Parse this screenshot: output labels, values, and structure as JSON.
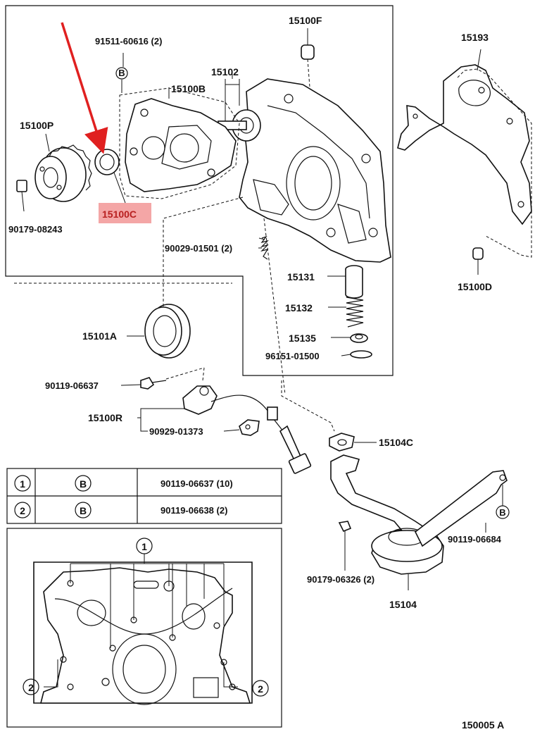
{
  "parts": {
    "p91511": "91511-60616 (2)",
    "p15100F": "15100F",
    "p15193": "15193",
    "p15100P": "15100P",
    "p15100B": "15100B",
    "p15102": "15102",
    "p15100C": "15100C",
    "p90179a": "90179-08243",
    "p90029": "90029-01501 (2)",
    "p15131": "15131",
    "p15132": "15132",
    "p15135": "15135",
    "p96151": "96151-01500",
    "p15101A": "15101A",
    "p15100D": "15100D",
    "p90119a": "90119-06637",
    "p15100R": "15100R",
    "p90929": "90929-01373",
    "p15104C": "15104C",
    "p90119b": "90119-06684",
    "p90179b": "90179-06326 (2)",
    "p15104": "15104"
  },
  "callouts": {
    "b": "B",
    "one": "1",
    "two": "2"
  },
  "table": {
    "rows": [
      {
        "num": "1",
        "sym": "B",
        "part": "90119-06637 (10)"
      },
      {
        "num": "2",
        "sym": "B",
        "part": "90119-06638 (2)"
      }
    ]
  },
  "footer": {
    "ref": "150005 A"
  },
  "colors": {
    "highlight": "#f4a6a6",
    "arrow": "#e02020"
  }
}
